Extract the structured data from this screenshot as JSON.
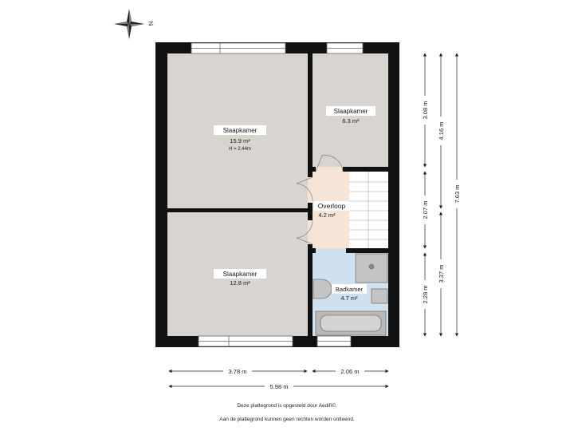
{
  "compass": {
    "north_label": "N"
  },
  "rooms": {
    "bedroom_large": {
      "name": "Slaapkamer",
      "area": "15.9 m²",
      "height": "H = 2.44m"
    },
    "bedroom_small": {
      "name": "Slaapkamer",
      "area": "6.3 m²"
    },
    "landing": {
      "name": "Overloop",
      "area": "4.2 m²"
    },
    "bedroom_bottom": {
      "name": "Slaapkamer",
      "area": "12.8 m²"
    },
    "bathroom": {
      "name": "Badkamer",
      "area": "4.7 m²"
    }
  },
  "dimensions": {
    "width_left": "3.78 m",
    "width_right": "2.06 m",
    "width_total": "5.98 m",
    "height_top_room": "3.08 m",
    "height_landing": "2.07 m",
    "height_bath": "2.28 m",
    "height_upper": "4.16 m",
    "height_lower": "3.37 m",
    "height_total": "7.63 m"
  },
  "footer": {
    "line1": "Deze plattegrond is opgesteld door Aedifi©.",
    "line2": "Aan de plattegrond kunnen geen rechten worden ontleend."
  },
  "colors": {
    "wall": "#111111",
    "room_fill": "#d8d4cf",
    "landing_fill": "#f6e4d6",
    "bath_fill": "#cfe0ee",
    "fixture_fill": "#b8b8b8"
  }
}
